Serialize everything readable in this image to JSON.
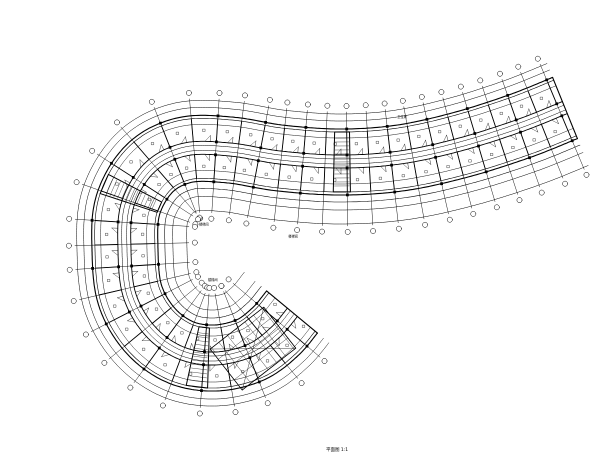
{
  "drawing": {
    "caption": "平面图 1:1",
    "colors": {
      "ink": "#000000",
      "background": "#ffffff"
    },
    "callouts": [
      "楼梯间",
      "楼梯间",
      "楼梯间",
      "卫生间"
    ]
  }
}
